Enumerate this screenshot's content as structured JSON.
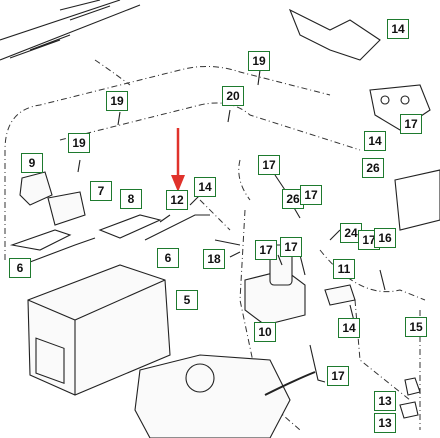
{
  "callouts": [
    "14",
    "19",
    "19",
    "20",
    "19",
    "9",
    "7",
    "8",
    "12",
    "14",
    "17",
    "17",
    "26",
    "17",
    "14",
    "17",
    "26",
    "6",
    "6",
    "18",
    "17",
    "24",
    "17",
    "16",
    "11",
    "5",
    "10",
    "14",
    "17",
    "15",
    "13",
    "13"
  ],
  "colors": {
    "callout_border": "#1e7a2e",
    "pointer": "#e0322b",
    "ink": "#222222"
  }
}
